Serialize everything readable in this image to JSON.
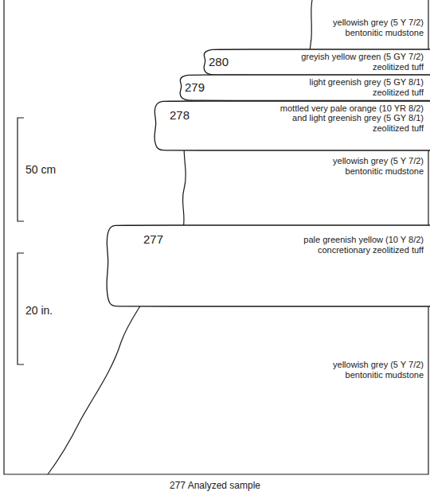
{
  "diagram": {
    "caption": "277 Analyzed sample",
    "nodes": [
      {
        "text": [
          "280",
          "greyish yellow green (5 GY 7/2) zeolitized tuff"
        ]
      },
      {
        "text": [
          "279",
          "light greenish grey (5 GY 8/1) zeolitized tuff"
        ]
      },
      {
        "text": [
          "278",
          "mottled very pale orange (10 YR 8/2) and light greenish grey (5 GY 8/1) zeolitized tuff"
        ]
      },
      {
        "text": [
          "277",
          "pale greenish yellow (10 Y 8/2) concretionary zeolitized tuff"
        ]
      }
    ],
    "labels": [
      "yellowish grey (5 Y 7/2) bentonitic mudstone",
      "50 cm",
      "yellowish grey (5 Y 7/2) bentonitic mudstone",
      "20 in.",
      "yellowish grey (5 Y 7/2) bentonitic mudstone"
    ]
  }
}
